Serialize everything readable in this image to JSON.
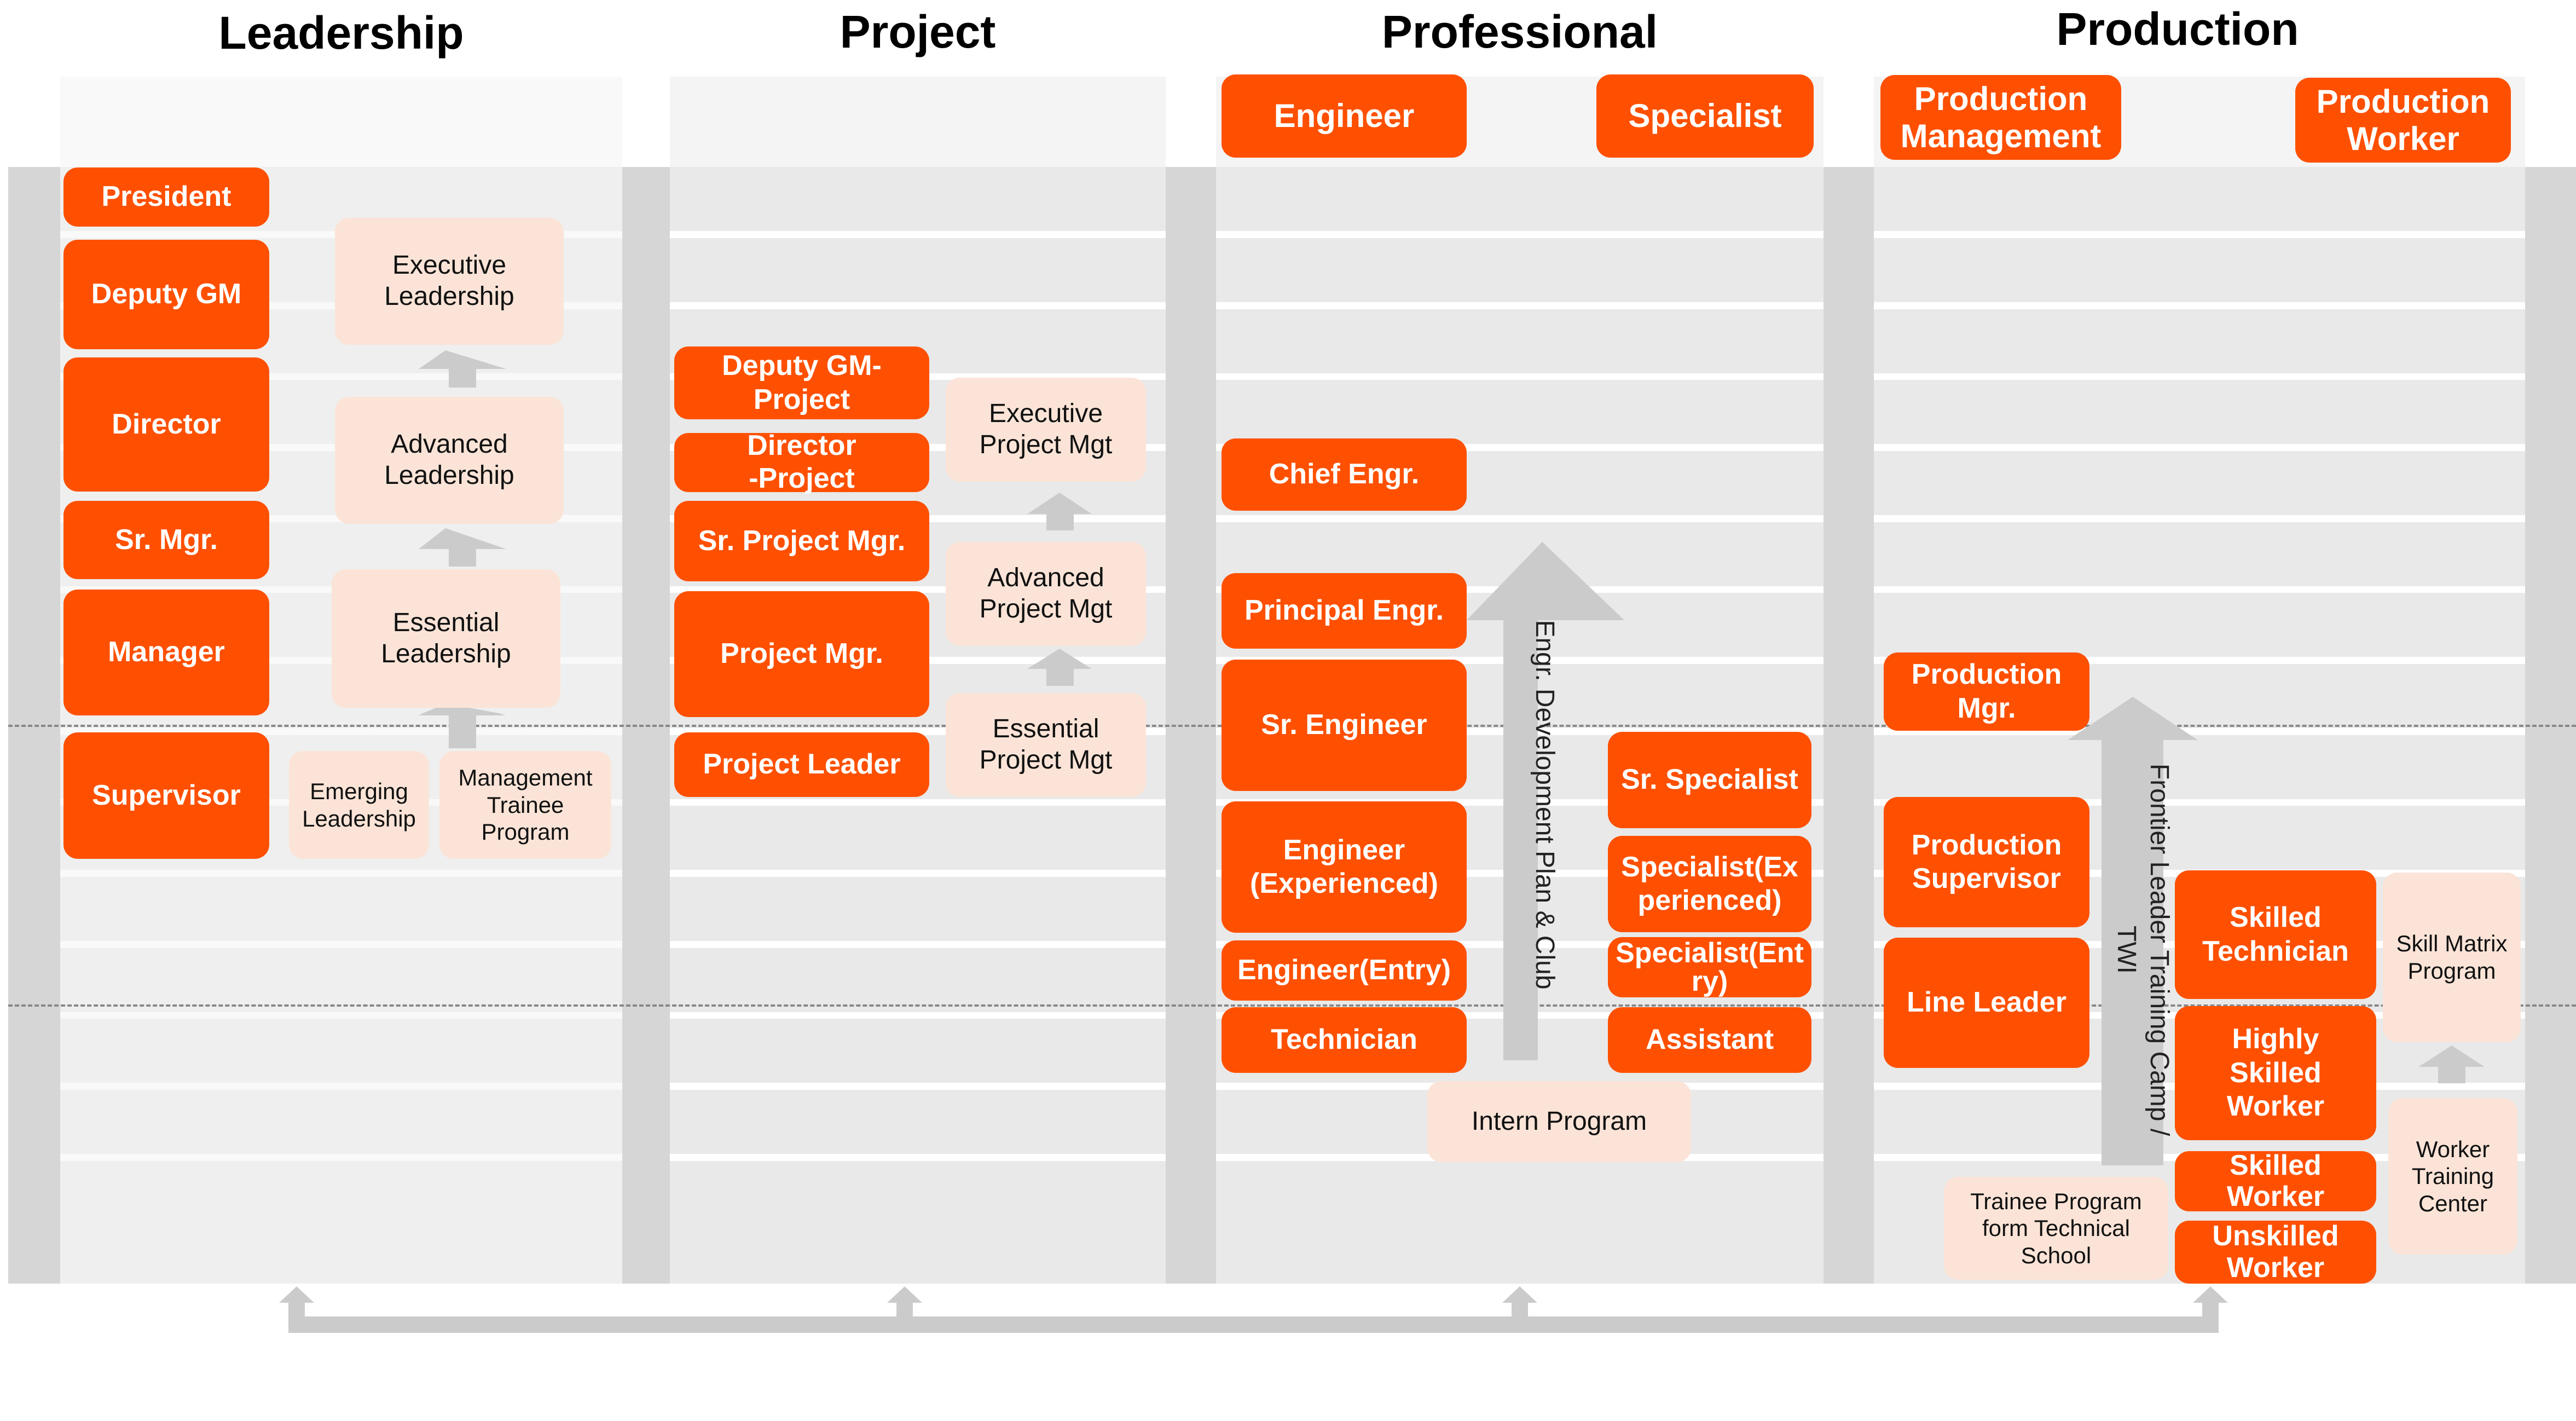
{
  "columns": {
    "leadership": "Leadership",
    "project": "Project",
    "professional": "Professional",
    "production": "Production"
  },
  "leadership": {
    "levels": [
      "President",
      "Deputy GM",
      "Director",
      "Sr. Mgr.",
      "Manager",
      "Supervisor"
    ],
    "programs": {
      "executive": "Executive\nLeadership",
      "advanced": "Advanced\nLeadership",
      "essential": "Essential\nLeadership",
      "emerging": "Emerging\nLeadership",
      "trainee": "Management\nTrainee\nProgram"
    }
  },
  "project": {
    "levels": [
      "Deputy GM-\nProject",
      "Director\n-Project",
      "Sr. Project Mgr.",
      "Project Mgr.",
      "Project Leader"
    ],
    "programs": {
      "executive": "Executive\nProject Mgt",
      "advanced": "Advanced\nProject Mgt",
      "essential": "Essential\nProject Mgt"
    }
  },
  "professional": {
    "tracks": {
      "engineer": "Engineer",
      "specialist": "Specialist"
    },
    "engineer_levels": [
      "Chief Engr.",
      "Principal Engr.",
      "Sr. Engineer",
      "Engineer\n(Experienced)",
      "Engineer(Entry)",
      "Technician"
    ],
    "specialist_levels": [
      "Sr. Specialist",
      "Specialist(Ex\nperienced)",
      "Specialist(Ent\nry)",
      "Assistant"
    ],
    "dev_plan": "Engr. Development Plan & Club",
    "intern": "Intern Program"
  },
  "production": {
    "tracks": {
      "management": "Production\nManagement",
      "worker": "Production\nWorker"
    },
    "management_levels": [
      "Production\nMgr.",
      "Production\nSupervisor",
      "Line Leader"
    ],
    "worker_levels": [
      "Skilled\nTechnician",
      "Highly\nSkilled\nWorker",
      "Skilled\nWorker",
      "Unskilled\nWorker"
    ],
    "frontier": "Frontier Leader Training Camp /\nTWI",
    "trainee_school": "Trainee Program\nform Technical\nSchool",
    "skill_matrix": "Skill Matrix\nProgram",
    "worker_center": "Worker\nTraining\nCenter"
  },
  "colors": {
    "accent": "#fe5000",
    "program_fill": "#fbe4d7",
    "band": "#e9e9e9",
    "arrow": "#cbcbcb"
  }
}
